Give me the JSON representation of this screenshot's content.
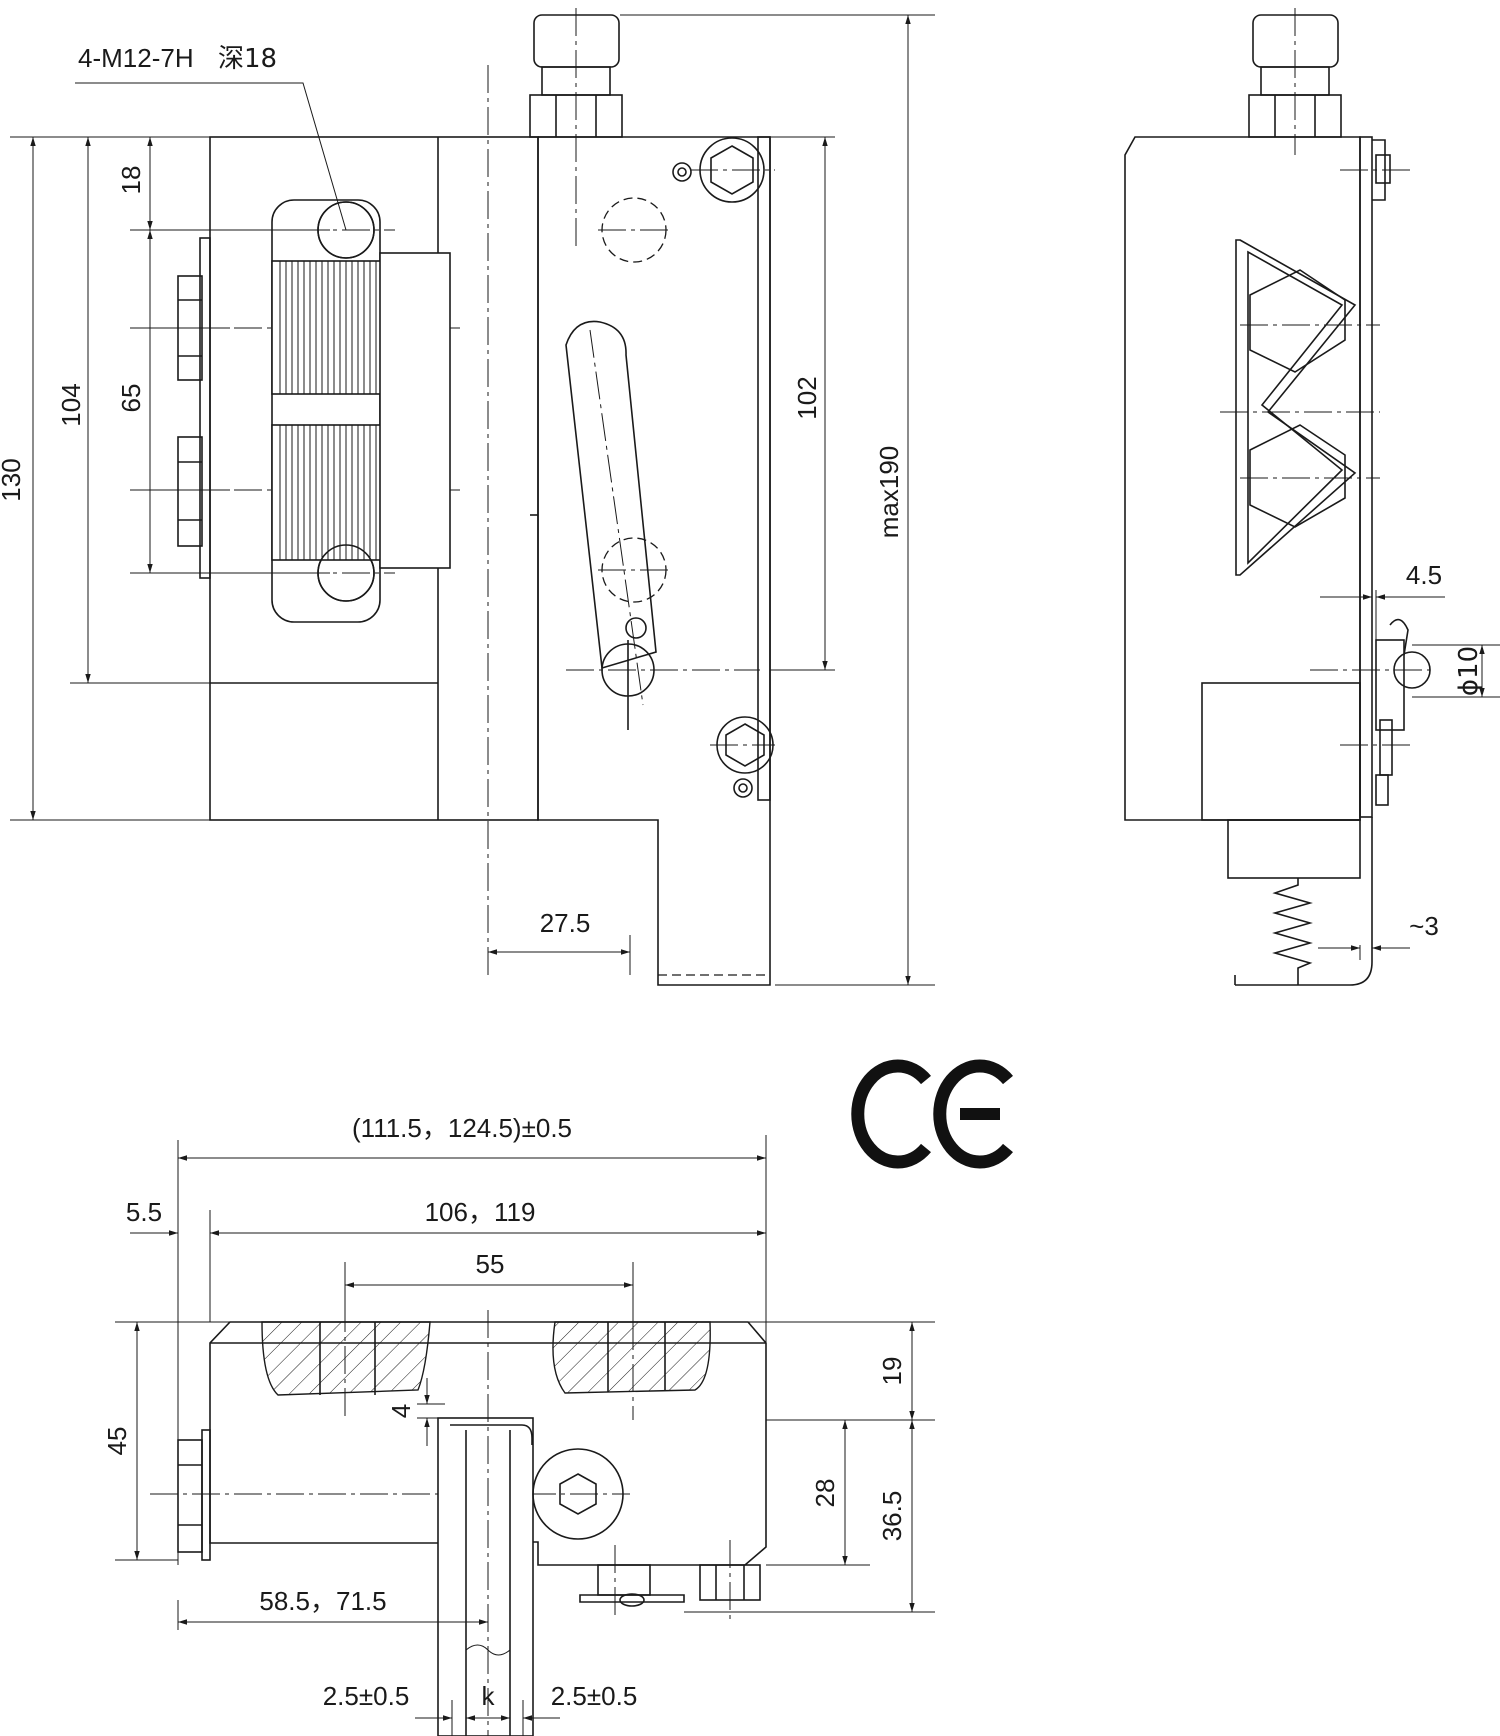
{
  "thread_note": {
    "code": "4-M12-7H",
    "depth": "深18"
  },
  "front_view": {
    "dim_overall_height": "130",
    "dim_104": "104",
    "dim_18": "18",
    "dim_65": "65",
    "dim_102": "102",
    "dim_max_height": "max190",
    "dim_27_5": "27.5"
  },
  "side_view": {
    "dim_4_5": "4.5",
    "dim_phi10": "ϕ10",
    "dim_approx3": "~3"
  },
  "ce_mark": "CE",
  "top_view": {
    "dim_total_width": "(111.5，124.5)±0.5",
    "dim_5_5": "5.5",
    "dim_106_119": "106，119",
    "dim_55": "55",
    "dim_45": "45",
    "dim_19": "19",
    "dim_4": "4",
    "dim_28": "28",
    "dim_36_5": "36.5",
    "dim_58_5_71_5": "58.5，71.5",
    "dim_gap_left": "2.5±0.5",
    "dim_k": "k",
    "dim_gap_right": "2.5±0.5"
  }
}
